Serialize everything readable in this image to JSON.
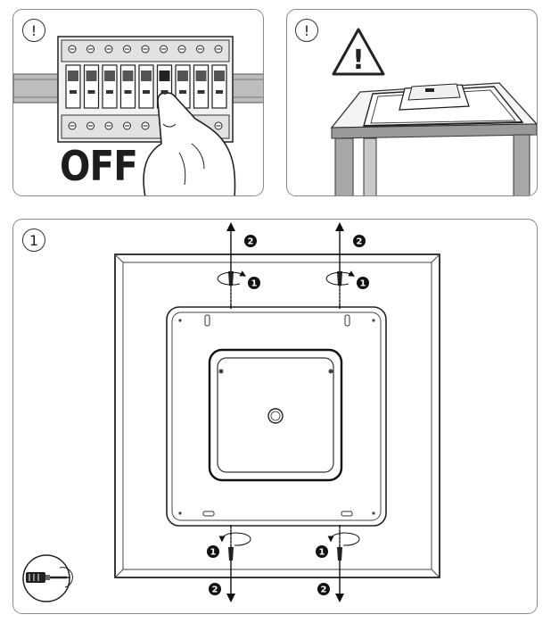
{
  "panels": {
    "breaker": {
      "badge": "!",
      "label": "OFF"
    },
    "table": {
      "badge": "!",
      "warning_symbol": "!"
    },
    "main": {
      "badge": "1",
      "markers": {
        "unscrew": "1",
        "lift": "2"
      },
      "tool_icon": "screwdriver-icon"
    }
  },
  "colors": {
    "line": "#222222",
    "gray": "#8a8a8a",
    "marker": "#111111"
  }
}
